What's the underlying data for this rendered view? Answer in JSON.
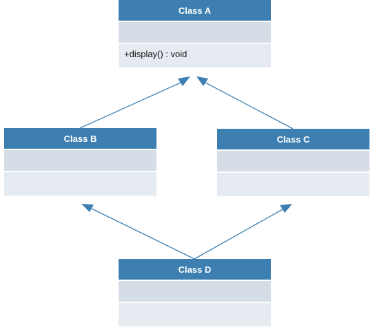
{
  "diagram": {
    "classes": {
      "a": {
        "name": "Class A",
        "attributes": "",
        "methods": "+display() : void"
      },
      "b": {
        "name": "Class B",
        "attributes": "",
        "methods": ""
      },
      "c": {
        "name": "Class C",
        "attributes": "",
        "methods": ""
      },
      "d": {
        "name": "Class D",
        "attributes": "",
        "methods": ""
      }
    },
    "relations": [
      {
        "from": "Class B",
        "to": "Class A",
        "type": "generalization"
      },
      {
        "from": "Class C",
        "to": "Class A",
        "type": "generalization"
      },
      {
        "from": "Class D",
        "to": "Class B",
        "type": "generalization"
      },
      {
        "from": "Class D",
        "to": "Class C",
        "type": "generalization"
      }
    ],
    "colors": {
      "header": "#3d7fb0",
      "attributes_bg": "#d5dde6",
      "methods_bg": "#e6ebf1",
      "connector": "#3d7fb0"
    }
  }
}
